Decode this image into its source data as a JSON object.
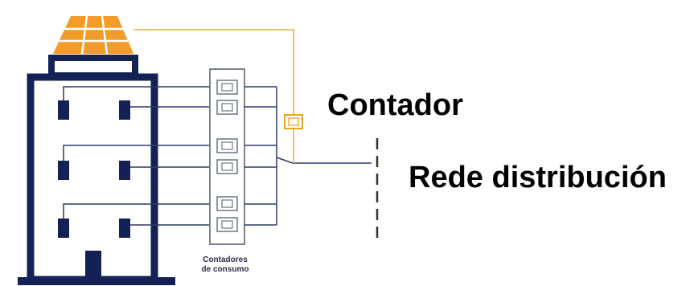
{
  "labels": {
    "contador": "Contador",
    "rede": "Rede distribución",
    "consumo_line1": "Contadores",
    "consumo_line2": "de consumo"
  },
  "colors": {
    "building": "#142155",
    "panel": "#f39c2c",
    "panel_grid": "#ffffff",
    "meter_box": "#6d7686",
    "wire": "#2e3a66",
    "solar_wire": "#e9b04a",
    "solar_meter": "#e9a51f",
    "grid_line": "#333333"
  }
}
